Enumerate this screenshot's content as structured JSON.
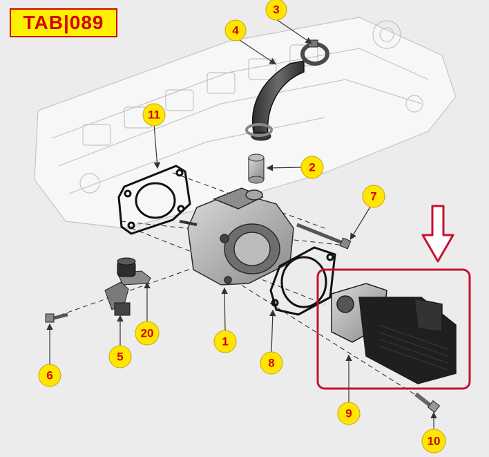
{
  "header": {
    "tab_code": "TAB|089"
  },
  "colors": {
    "callout_fill": "#ffe600",
    "callout_text": "#d40000",
    "highlight_box": "#c8102e",
    "arrow_outline": "#c8102e"
  },
  "callouts": [
    {
      "id": "c1",
      "label": "1"
    },
    {
      "id": "c2",
      "label": "2"
    },
    {
      "id": "c3",
      "label": "3"
    },
    {
      "id": "c4",
      "label": "4"
    },
    {
      "id": "c5",
      "label": "5"
    },
    {
      "id": "c6",
      "label": "6"
    },
    {
      "id": "c7",
      "label": "7"
    },
    {
      "id": "c8",
      "label": "8"
    },
    {
      "id": "c9",
      "label": "9"
    },
    {
      "id": "c10",
      "label": "10"
    },
    {
      "id": "c11",
      "label": "11"
    },
    {
      "id": "c20",
      "label": "20"
    }
  ]
}
